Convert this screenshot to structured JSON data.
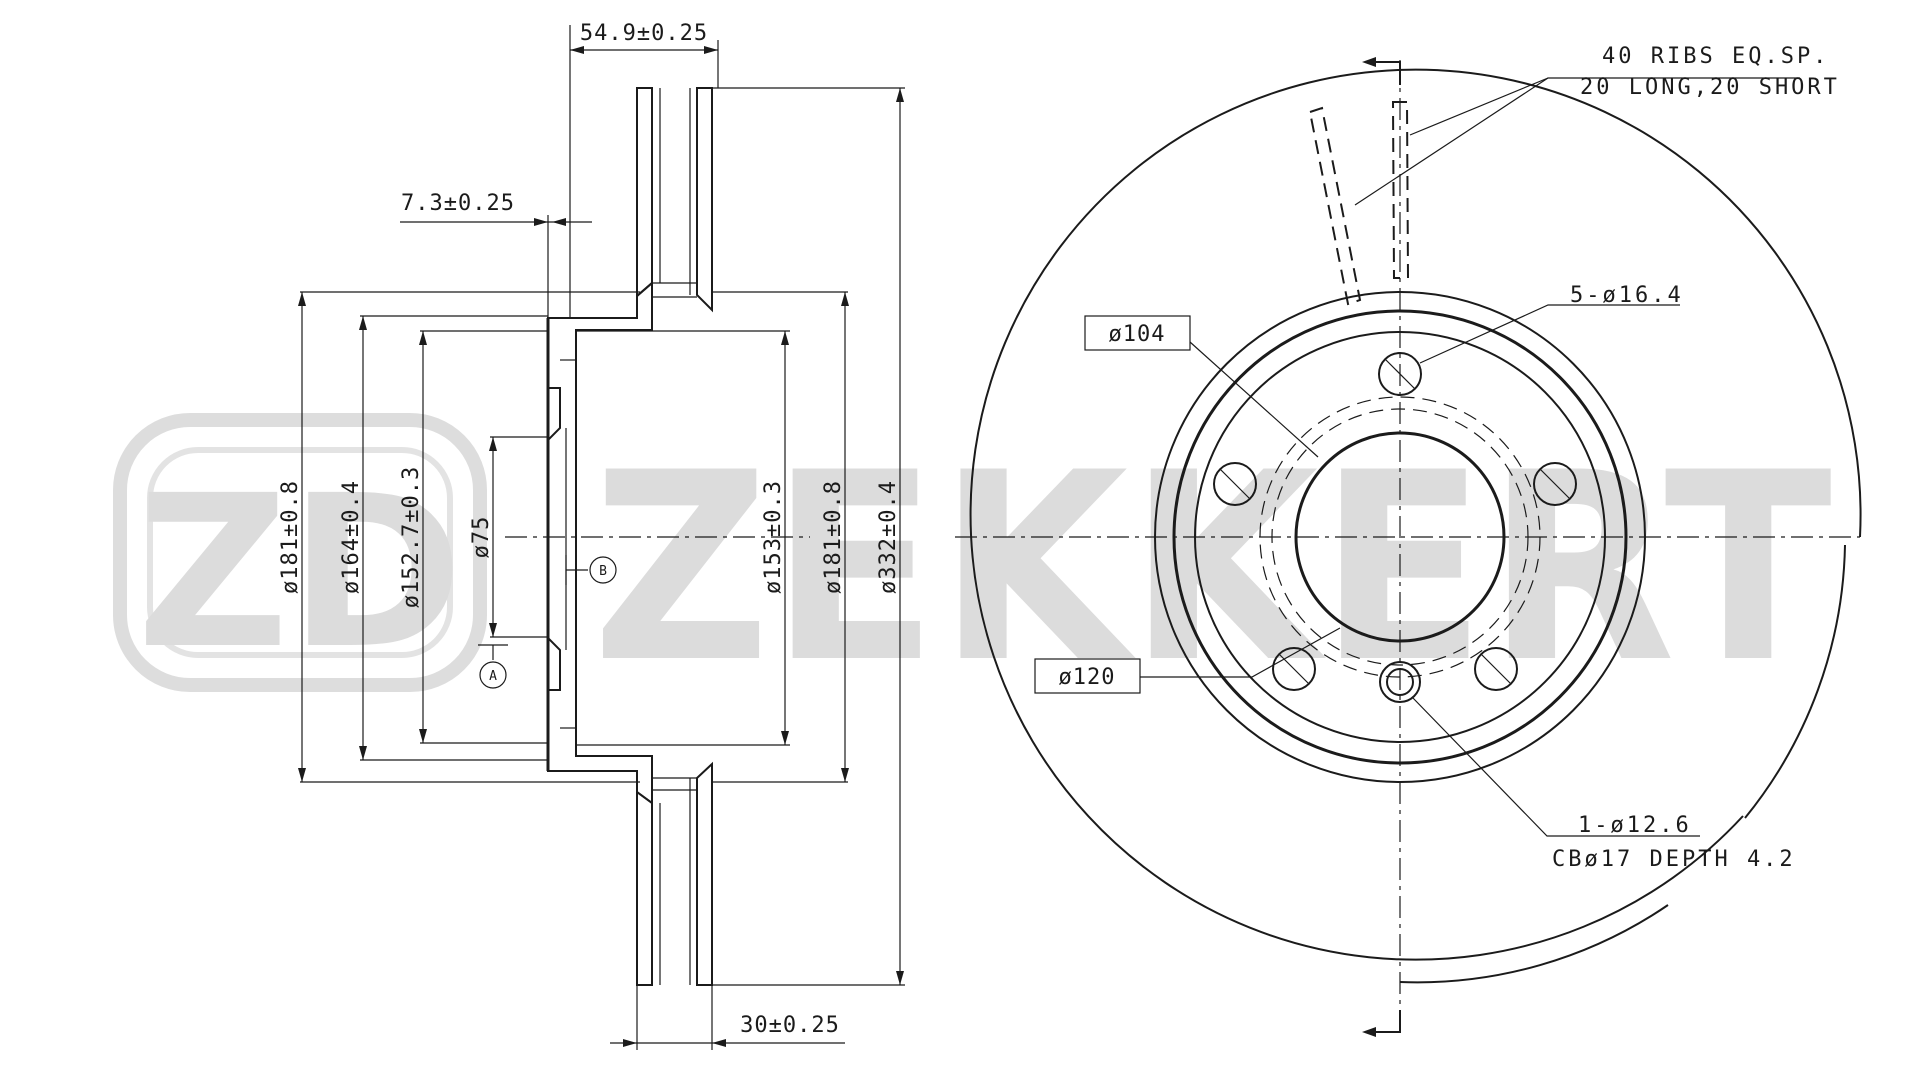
{
  "watermark": {
    "brand": "ZEKKERT",
    "logo_mark": "ZD"
  },
  "dimensions": {
    "hub_width": "54.9±0.25",
    "hub_flange": "7.3±0.25",
    "disc_thickness": "30±0.25",
    "dia_181_left": "ø181±0.8",
    "dia_164": "ø164±0.4",
    "dia_152_7": "ø152.7±0.3",
    "dia_75": "ø75",
    "dia_153": "ø153±0.3",
    "dia_181_right": "ø181±0.8",
    "dia_332": "ø332±0.4",
    "pcd_104": "ø104",
    "pcd_120": "ø120",
    "bolt_holes": "5-ø16.4",
    "pin_hole": "1-ø12.6",
    "counterbore": "CBø17 DEPTH 4.2"
  },
  "notes": {
    "ribs_line1": "40 RIBS EQ.SP.",
    "ribs_line2": "20 LONG,20 SHORT"
  },
  "datums": {
    "a": "A",
    "b": "B"
  }
}
